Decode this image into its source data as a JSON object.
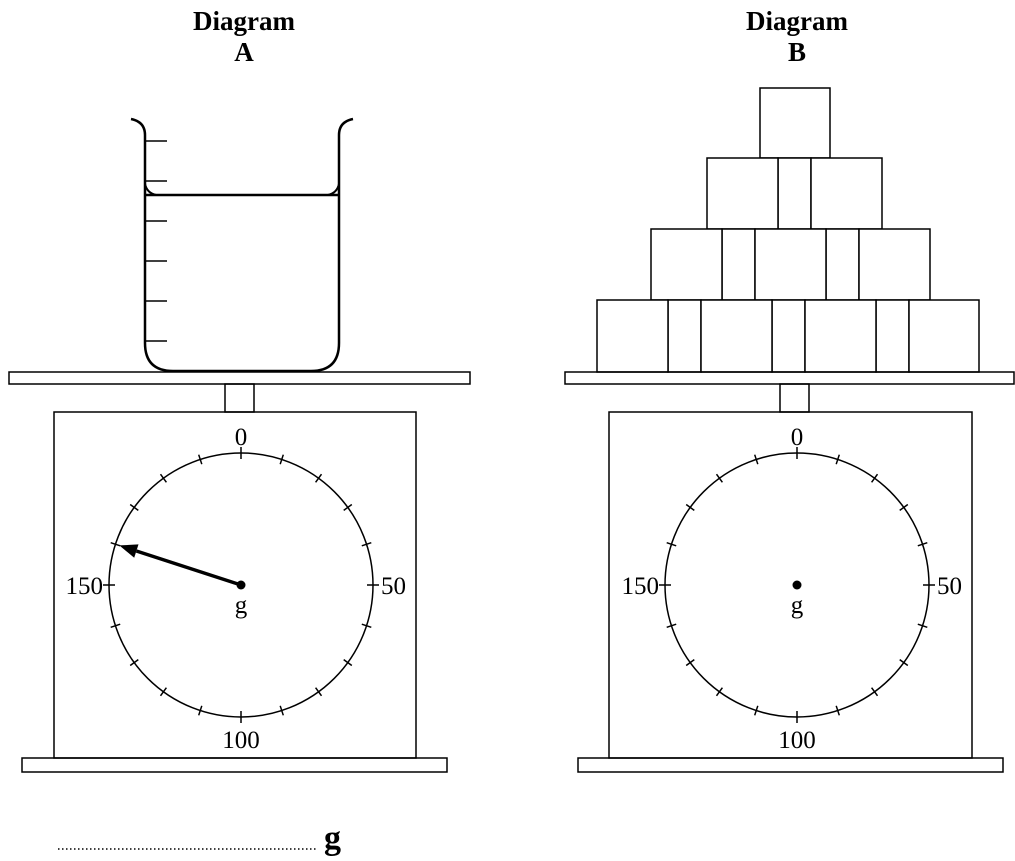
{
  "diagram_a": {
    "title_line1": "Diagram",
    "title_line2": "A",
    "dial": {
      "labels": {
        "top": "0",
        "right": "50",
        "bottom": "100",
        "left": "150"
      },
      "unit": "g",
      "max": 200,
      "reading": 160
    }
  },
  "diagram_b": {
    "title_line1": "Diagram",
    "title_line2": "B",
    "dial": {
      "labels": {
        "top": "0",
        "right": "50",
        "bottom": "100",
        "left": "150"
      },
      "unit": "g",
      "max": 200
    }
  },
  "answer": {
    "unit": "g"
  }
}
